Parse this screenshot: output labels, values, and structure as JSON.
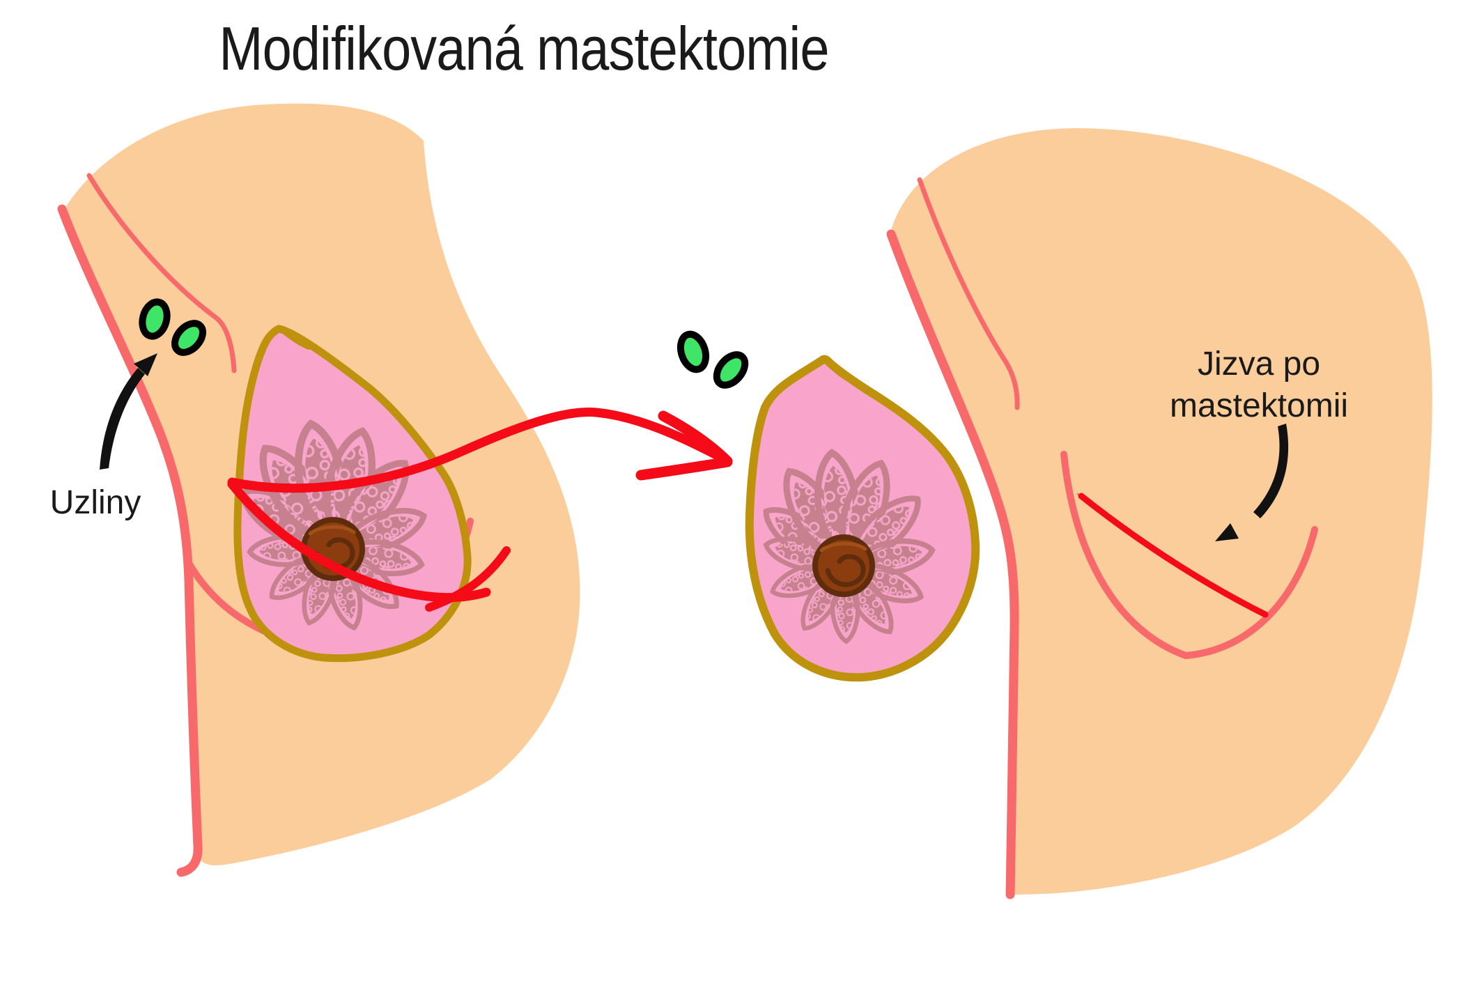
{
  "title": {
    "text": "Modifikovaná mastektomie"
  },
  "panels": {
    "before": {
      "nodes_label": "Uzliny"
    },
    "after": {
      "scar_label_line1": "Jizva po",
      "scar_label_line2": "mastektomii"
    }
  },
  "colors": {
    "background": "#FFFFFF",
    "skin": "#FACD9B",
    "skin_outline": "#F8696B",
    "gland_fill": "#F8A4CB",
    "gland_outline": "#BE920D",
    "lobe": "#C6808E",
    "lobe_dot": "#F4A6C6",
    "nipple_fill": "#8C3D10",
    "nipple_outline": "#5F2D0C",
    "nipple_highlight": "#A2501A",
    "node_fill": "#3EE566",
    "node_outline": "#000000",
    "incision": "#F50A18",
    "annotation": "#111111",
    "text": "#1A1A1A"
  }
}
